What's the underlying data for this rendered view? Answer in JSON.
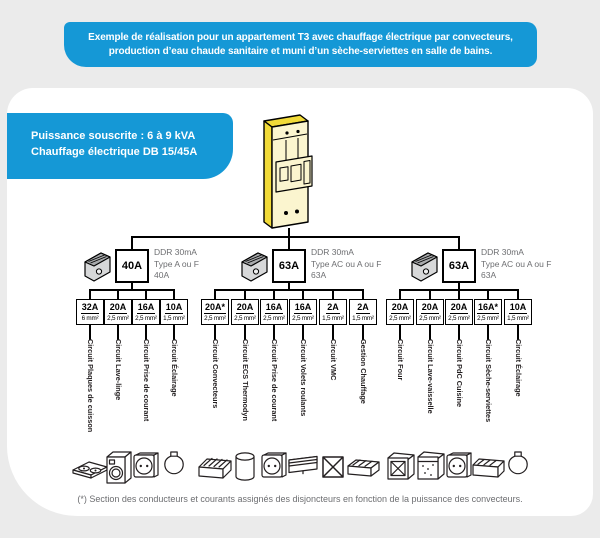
{
  "banner": {
    "line1": "Exemple de réalisation pour un appartement T3 avec chauffage électrique par convecteurs,",
    "line2": "production d’eau chaude sanitaire et muni d’un sèche-serviettes en salle de bains."
  },
  "subscription": {
    "line1": "Puissance souscrite : 6 à 9 kVA",
    "line2": "Chauffage électrique DB 15/45A"
  },
  "groups": [
    {
      "ddr": {
        "amp": "40A",
        "desc1": "DDR 30mA",
        "desc2": "Type A ou F",
        "desc3": "40A"
      },
      "circuits": [
        {
          "amp": "32A",
          "section": "6 mm²",
          "label": "Circuit Plaques de cuisson",
          "icon": "cooktop-icon"
        },
        {
          "amp": "20A",
          "section": "2,5 mm²",
          "label": "Circuit Lave-linge",
          "icon": "washing-machine-icon"
        },
        {
          "amp": "16A",
          "section": "2,5 mm²",
          "label": "Circuit Prise de courant",
          "icon": "socket-icon"
        },
        {
          "amp": "10A",
          "section": "1,5 mm²",
          "label": "Circuit Éclairage",
          "icon": "bulb-icon"
        }
      ]
    },
    {
      "ddr": {
        "amp": "63A",
        "desc1": "DDR 30mA",
        "desc2": "Type AC ou A ou F",
        "desc3": "63A"
      },
      "circuits": [
        {
          "amp": "20A*",
          "section": "2,5 mm²",
          "label": "Circuit Convecteurs",
          "icon": "convector-icon"
        },
        {
          "amp": "20A",
          "section": "2,5 mm²",
          "label": "Circuit ECS Thermodyn",
          "icon": "water-heater-icon"
        },
        {
          "amp": "16A",
          "section": "2,5 mm²",
          "label": "Circuit Prise de courant",
          "icon": "socket-icon"
        },
        {
          "amp": "16A",
          "section": "2,5 mm²",
          "label": "Circuit Volets roulants",
          "icon": "roller-shutter-icon"
        },
        {
          "amp": "2A",
          "section": "1,5 mm²",
          "label": "Circuit VMC",
          "icon": "vmc-icon"
        },
        {
          "amp": "2A",
          "section": "1,5 mm²",
          "label": "Gestion Chauffage",
          "icon": "heating-management-icon"
        }
      ]
    },
    {
      "ddr": {
        "amp": "63A",
        "desc1": "DDR 30mA",
        "desc2": "Type AC ou A ou F",
        "desc3": "63A"
      },
      "circuits": [
        {
          "amp": "20A",
          "section": "2,5 mm²",
          "label": "Circuit Four",
          "icon": "oven-icon"
        },
        {
          "amp": "20A",
          "section": "2,5 mm²",
          "label": "Circuit Lave-vaisselle",
          "icon": "dishwasher-icon"
        },
        {
          "amp": "20A",
          "section": "2,5 mm²",
          "label": "Circuit PdC Cuisine",
          "icon": "socket-icon"
        },
        {
          "amp": "16A*",
          "section": "2,5 mm²",
          "label": "Circuit Sèche-serviettes",
          "icon": "towel-dryer-icon"
        },
        {
          "amp": "10A",
          "section": "1,5 mm²",
          "label": "Circuit Éclairage",
          "icon": "bulb-icon"
        }
      ]
    }
  ],
  "footnote": "(*) Section des conducteurs et courants assignés des disjoncteurs en fonction de la puissance des convecteurs.",
  "colors": {
    "accent_blue": "#1598d6",
    "background_grey": "#ebebeb",
    "card_white": "#ffffff",
    "panel_yellow_light": "#fbf5cf",
    "panel_yellow": "#f1da38",
    "text_grey": "#6d6e71",
    "line_black": "#000000"
  }
}
